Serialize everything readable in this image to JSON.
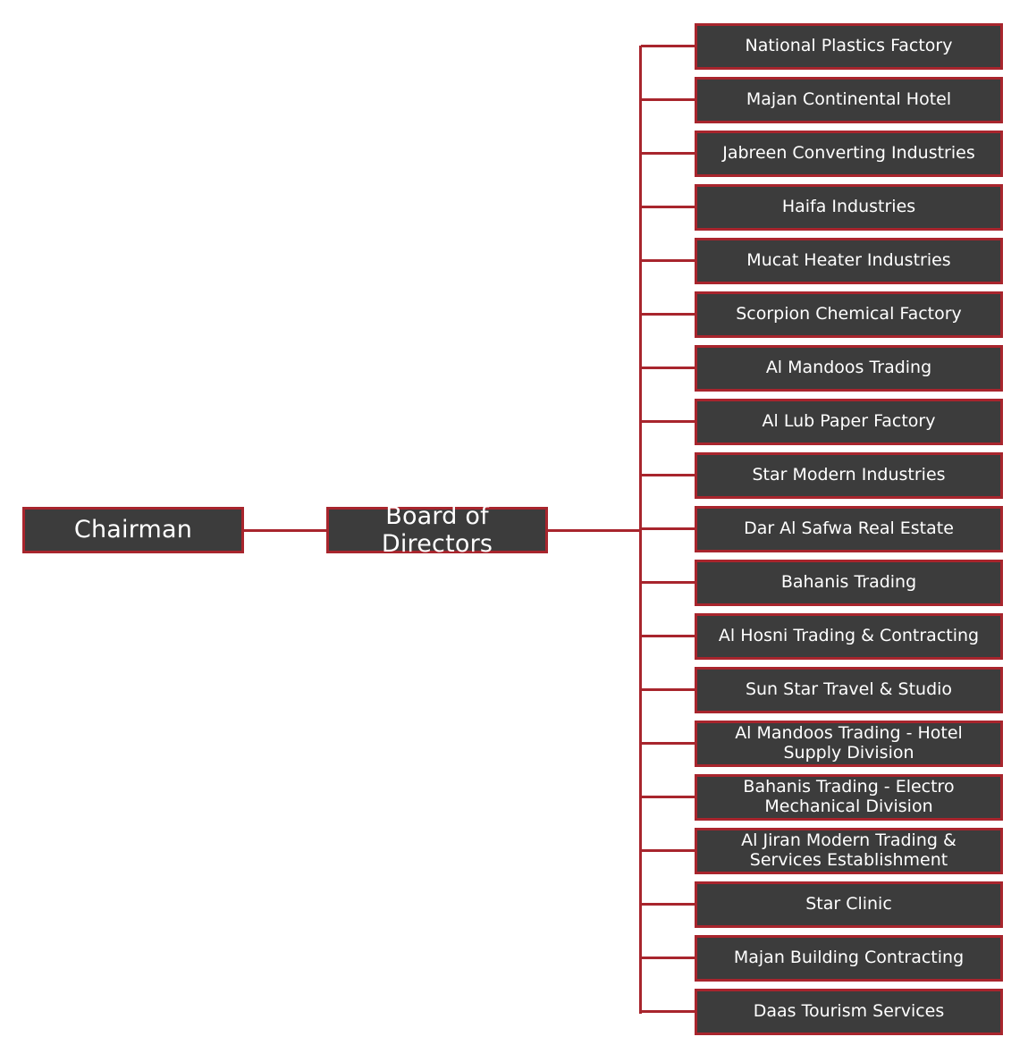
{
  "org": {
    "root": "Chairman",
    "board": "Board of Directors",
    "companies": [
      "National Plastics Factory",
      "Majan Continental Hotel",
      "Jabreen Converting Industries",
      "Haifa Industries",
      "Mucat Heater Industries",
      "Scorpion Chemical Factory",
      "Al Mandoos Trading",
      "Al Lub Paper Factory",
      "Star Modern Industries",
      "Dar Al Safwa Real Estate",
      "Bahanis Trading",
      "Al Hosni Trading & Contracting",
      "Sun Star Travel & Studio",
      "Al Mandoos Trading - Hotel Supply Division",
      "Bahanis Trading - Electro Mechanical Division",
      "Al Jiran Modern Trading & Services Establishment",
      "Star Clinic",
      "Majan Building Contracting",
      "Daas Tourism Services"
    ]
  },
  "colors": {
    "box_fill": "#3c3c3c",
    "border": "#a8252d",
    "connector": "#a8252d",
    "text": "#ffffff"
  }
}
